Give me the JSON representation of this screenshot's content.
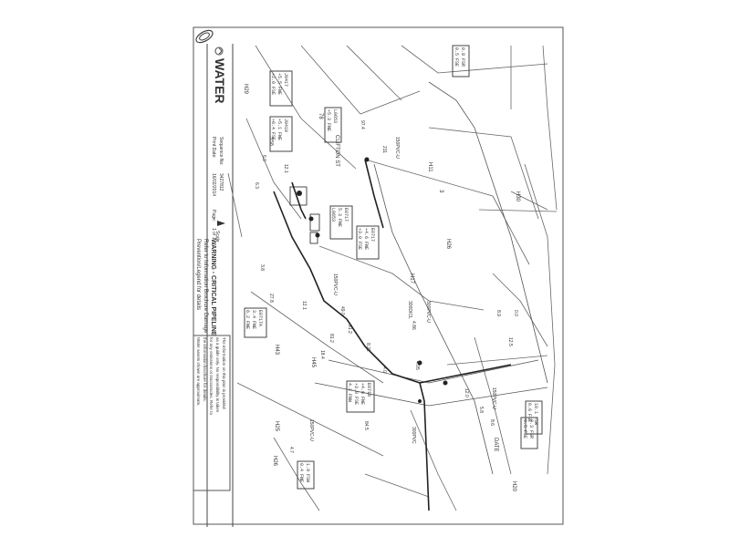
{
  "brand": {
    "name": "WATER"
  },
  "header": {
    "sequence_label": "Sequence No:",
    "sequence_value": "3427812",
    "print_date_label": "Print Date:",
    "print_date_value": "16/02/2014",
    "page_label": "Page:",
    "page_value": "1 of 1",
    "north_label": "Scale"
  },
  "warning": {
    "line1": "WARNING - CRITICAL PIPELINE",
    "line2": "Refer to Information Brochure Damage",
    "line3": "Prevention/Legend for details"
  },
  "disclaimer": {
    "line1": "The information on this plan is provided",
    "line2": "as a guide only. No responsibility is taken",
    "line3": "for any omissions or inaccuracies. Refer to",
    "line4": "the information brochure for details.",
    "line5": "Water assets shown are approximate."
  },
  "streets": {
    "clifton": "CLIFTON ST",
    "date": "DATE"
  },
  "lots": {
    "h11": "H11",
    "h26": "H26",
    "h43": "H43",
    "h45": "H45",
    "h25": "H25",
    "h17": "H17",
    "h20": "H20",
    "h30": "H30",
    "h26b": "H26",
    "n3": "3",
    "n78": "78",
    "n29": "H29"
  },
  "pipes": {
    "p1": "150PVC-U",
    "p2": "150PVC-U",
    "p3": "150PVC-U",
    "p4": "300DICL",
    "p5": "150PVC-U",
    "p6": "150PVC-U",
    "p7": "300PVC",
    "p8": "150PVC-U",
    "p9": "300PVC-U"
  },
  "boxes": {
    "b1a": "0.3 FSR",
    "b1b": "0.5 FSE",
    "b2a": "E0717",
    "b2b": "5.3 FNE",
    "b2c": "L0653",
    "b3a": "E0717",
    "b3b": "+4.6 FNE",
    "b3c": "+3.0 FSE",
    "b4a": "E0717A",
    "b4b": "3.4 FNE",
    "b4c": "6.2 FNE",
    "b5a": "E0718",
    "b5b": "+4.0 FNE",
    "b5c": "+3.0 FSE",
    "b5d": "4.2 FNW",
    "b6a": "J0410",
    "b6b": "+5.1 FNE",
    "b6c": "+0.4 FSE",
    "b7a": "J0417",
    "b7b": "+5.5 FNE",
    "b7c": "+2.0 FSE",
    "b8a": "L0653",
    "b8b": "+5.3 FNE",
    "b9a": "10.1 FSW",
    "b9b": "0.6 FSE",
    "b10a": "1.9 FSW",
    "b10b": "0.4 FNE",
    "b11a": "0.8 FSR",
    "b11b": "0.5 FSE"
  },
  "dims": {
    "d1": "97.4",
    "d2": "211",
    "d3": "12.1",
    "d4": "49.0",
    "d5": "91.2",
    "d6": "81.2",
    "d7": "8.22",
    "d8": "4.86",
    "d9": "4.0",
    "d10": "3.8",
    "d11": "12.5",
    "d12": "8.9",
    "d13": "27.8",
    "d14": "84.5",
    "d15": "0.0",
    "d16": "12.1",
    "d17": "3.58",
    "d18": "6.0",
    "d19": "18.4",
    "d20": "4.05",
    "d21": "12.0",
    "d22": "4.7",
    "d23": "5.8",
    "d24": "6.3",
    "d25": "8.6"
  }
}
